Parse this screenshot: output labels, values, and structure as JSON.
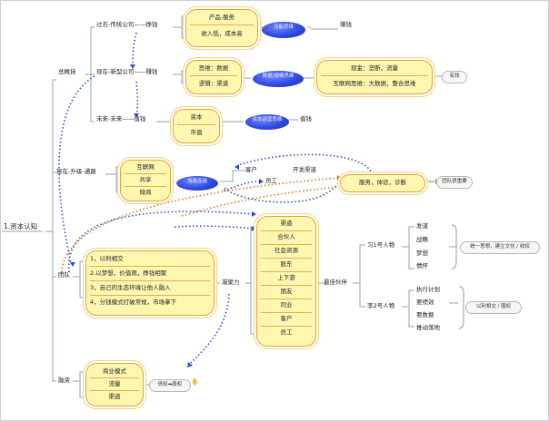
{
  "root": {
    "label": "1.资本认知"
  },
  "overview": {
    "label": "总概括",
    "past": {
      "label": "过去-传统公司——挣钱",
      "box": [
        "产品-服务",
        "收入低，成本高"
      ],
      "oval": "功能思维",
      "result": "赚钱"
    },
    "present": {
      "label": "现在-新型公司——赚钱",
      "box": [
        "思维：数据",
        "逻辑：渠道"
      ],
      "oval": "数据·规模思维",
      "box2": [
        "现金：垄断，流量",
        "互联网思维：大数据，整合思维"
      ],
      "pill": "有钱"
    },
    "future": {
      "label": "未来-未来——值钱",
      "box": [
        "资本",
        "市值"
      ],
      "oval": "资本运营思维",
      "result": "值钱"
    }
  },
  "upgrade": {
    "label": "现在-升级-通路",
    "box": [
      "互联网",
      "共享",
      "微商"
    ],
    "oval": "场景连接",
    "flow": {
      "customer": "客户",
      "staff": "员工",
      "channel": "开发渠道"
    },
    "service": "服务，体验，诊断",
    "pill": "团队很重要"
  },
  "team": {
    "label": "团队",
    "box": [
      "1，以利相交",
      "2.以梦想，价值观，挣钱相聚",
      "3，自己的生态环境让他人融入",
      "4，分钱模式打破常规，市场拿下"
    ],
    "force": "凝聚力",
    "list": [
      "渠道",
      "合伙人",
      "社会资源",
      "股东",
      "上下游",
      "朋友",
      "同业",
      "客户",
      "员工"
    ],
    "partner": "最佳伙伴",
    "no1": {
      "label": "习1号人物",
      "traits": [
        "发道",
        "战略",
        "梦想",
        "情怀"
      ],
      "pill": "统一思想，建立文化 / 收权"
    },
    "no2": {
      "label": "李2号人物",
      "traits": [
        "执行计划",
        "要绩效",
        "要数据",
        "推动落地"
      ],
      "pill": "以利相交 / 圈权"
    }
  },
  "finance": {
    "label": "融资",
    "box": [
      "商业模式",
      "流量",
      "渠道"
    ],
    "pill": "债权➡股权",
    "icon": "hand-icon"
  }
}
